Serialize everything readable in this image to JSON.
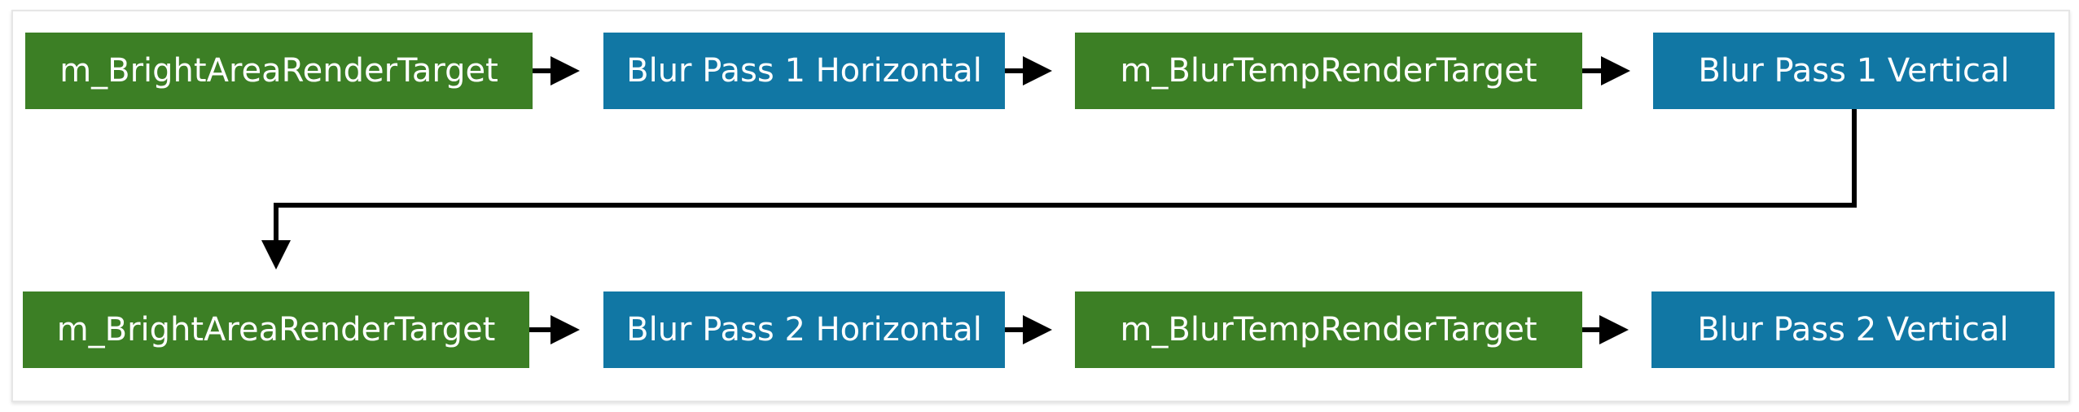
{
  "colors": {
    "render_target": "#3c7f25",
    "blur_pass": "#1177a4",
    "connector": "#000000"
  },
  "row1": {
    "node1": "m_BrightAreaRenderTarget",
    "node2": "Blur Pass 1 Horizontal",
    "node3": "m_BlurTempRenderTarget",
    "node4": "Blur Pass 1 Vertical"
  },
  "row2": {
    "node1": "m_BrightAreaRenderTarget",
    "node2": "Blur Pass 2 Horizontal",
    "node3": "m_BlurTempRenderTarget",
    "node4": "Blur Pass 2 Vertical"
  }
}
